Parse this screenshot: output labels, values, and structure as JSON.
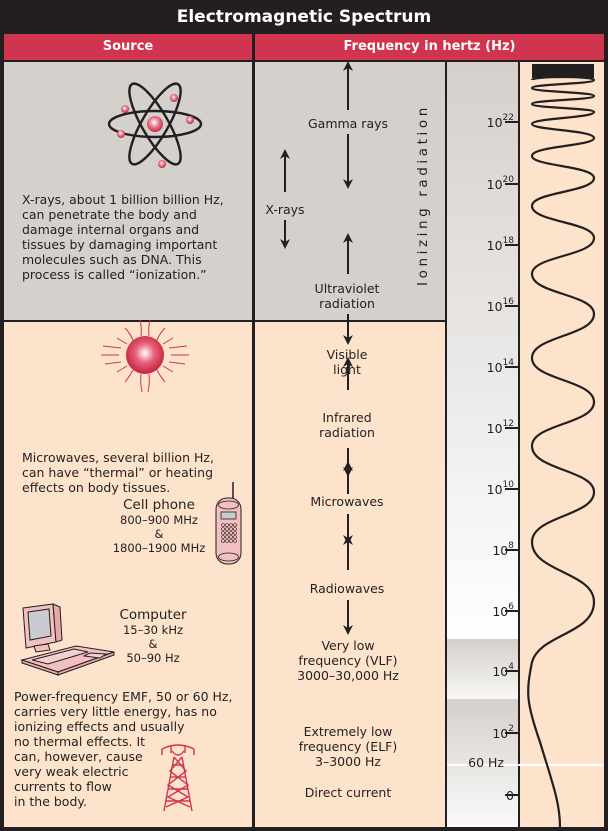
{
  "title": "Electromagnetic Spectrum",
  "headers": {
    "source": "Source",
    "frequency": "Frequency in hertz (Hz)"
  },
  "source": {
    "xray_text": [
      "X-rays, about 1 billion billion Hz,",
      "can penetrate the body and",
      "damage internal organs and",
      "tissues by damaging important",
      "molecules such as DNA. This",
      "process is called “ionization.”"
    ],
    "microwave_text": [
      "Microwaves, several billion Hz,",
      "can have “thermal” or heating",
      "effects on body tissues."
    ],
    "cell_phone": {
      "name": "Cell phone",
      "range1": "800–900 MHz",
      "amp": "&",
      "range2": "1800–1900 MHz"
    },
    "computer": {
      "name": "Computer",
      "range1": "15–30 kHz",
      "amp": "&",
      "range2": "50–90 Hz"
    },
    "power_text": [
      "Power-frequency EMF, 50 or 60 Hz,",
      "carries very little energy, has no",
      "ionizing effects and usually",
      "no thermal effects. It",
      "can, however, cause",
      "very weak electric",
      "currents to flow",
      "in the body."
    ],
    "icons": [
      "atom-icon",
      "sun-icon",
      "cell-phone-icon",
      "computer-icon",
      "power-tower-icon"
    ]
  },
  "bands": {
    "gamma": "Gamma rays",
    "xrays": "X-rays",
    "uv": [
      "Ultraviolet",
      "radiation"
    ],
    "visible": [
      "Visible",
      "light"
    ],
    "infrared": [
      "Infrared",
      "radiation"
    ],
    "microwaves": "Microwaves",
    "radiowaves": "Radiowaves",
    "vlf": [
      "Very low",
      "frequency (VLF)",
      "3000–30,000 Hz"
    ],
    "elf": [
      "Extremely low",
      "frequency (ELF)",
      "3–3000 Hz"
    ],
    "dc": "Direct current"
  },
  "ionizing_label": "Ionizing radiation",
  "scale": {
    "ticks": [
      {
        "base": "10",
        "exp": "22"
      },
      {
        "base": "10",
        "exp": "20"
      },
      {
        "base": "10",
        "exp": "18"
      },
      {
        "base": "10",
        "exp": "16"
      },
      {
        "base": "10",
        "exp": "14"
      },
      {
        "base": "10",
        "exp": "12"
      },
      {
        "base": "10",
        "exp": "10"
      },
      {
        "base": "10",
        "exp": "8"
      },
      {
        "base": "10",
        "exp": "6"
      },
      {
        "base": "10",
        "exp": "4"
      },
      {
        "base": "10",
        "exp": "2"
      },
      {
        "base": "0",
        "exp": ""
      }
    ],
    "marker_60hz": "60 Hz"
  },
  "colors": {
    "header_red": "#d1344e",
    "title_bg": "#231f20",
    "ionizing_grey": "#d4d0cc",
    "nonionizing_peach": "#fde3cc",
    "icon_red": "#d1344e"
  }
}
